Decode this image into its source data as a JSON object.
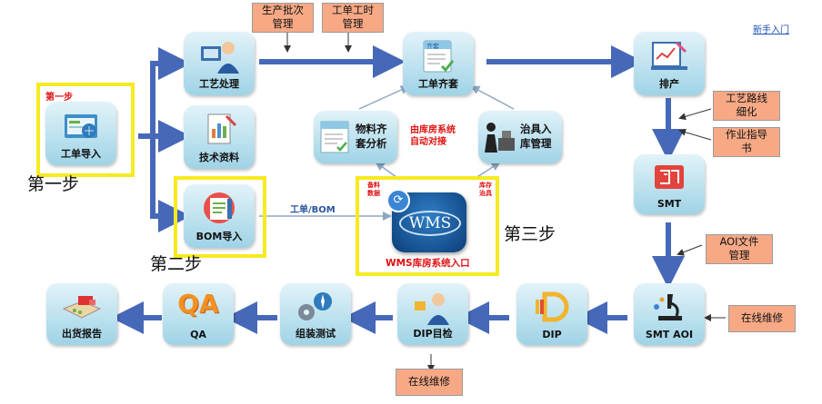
{
  "help_link": "新手入门",
  "steps": {
    "step1_small": "第一步",
    "step1": "第一步",
    "step2": "第二步",
    "step3": "第三步"
  },
  "modules": {
    "order_import": "工单导入",
    "process": "工艺处理",
    "tech_docs": "技术资料",
    "bom_import": "BOM导入",
    "order_kitting": "工单齐套",
    "scheduling": "排产",
    "smt": "SMT",
    "smt_aoi": "SMT AOI",
    "dip": "DIP",
    "dip_inspect": "DIP目检",
    "assembly_test": "组装测试",
    "qa": "QA",
    "shipment_report": "出货报告",
    "wms_entry": "WMS库房系统入口"
  },
  "panels": {
    "material_line1": "物料齐",
    "material_line2": "套分析",
    "tooling_line1": "治具入",
    "tooling_line2": "库管理",
    "doc_icon_text": "齐套"
  },
  "notes": {
    "batch_mgmt_line1": "生产批次",
    "batch_mgmt_line2": "管理",
    "work_hours_line1": "工单工时",
    "work_hours_line2": "管理",
    "route_line1": "工艺路线",
    "route_line2": "细化",
    "instruction_line1": "作业指导",
    "instruction_line2": "书",
    "aoi_file_line1": "AOI文件",
    "aoi_file_line2": "管理",
    "online_repair_right": "在线维修",
    "online_repair_bottom": "在线维修"
  },
  "labels": {
    "wms_auto_line1": "由库房系统",
    "wms_auto_line2": "自动对接",
    "stock_data_line1": "备料",
    "stock_data_line2": "数据",
    "stock_tool_line1": "库存",
    "stock_tool_line2": "治具",
    "order_bom_arrow": "工单/BOM",
    "wms_logo": "WMS",
    "qa_logo": "QA"
  },
  "colors": {
    "flow_arrow": "#4668b8",
    "thin_arrow": "#8fa6c2",
    "tile_top": "#e2f3f9",
    "tile_bottom": "#9fd3e6",
    "note_fill": "#f7a986",
    "highlight_border": "#f6ea22",
    "accent_red": "#e01010"
  }
}
